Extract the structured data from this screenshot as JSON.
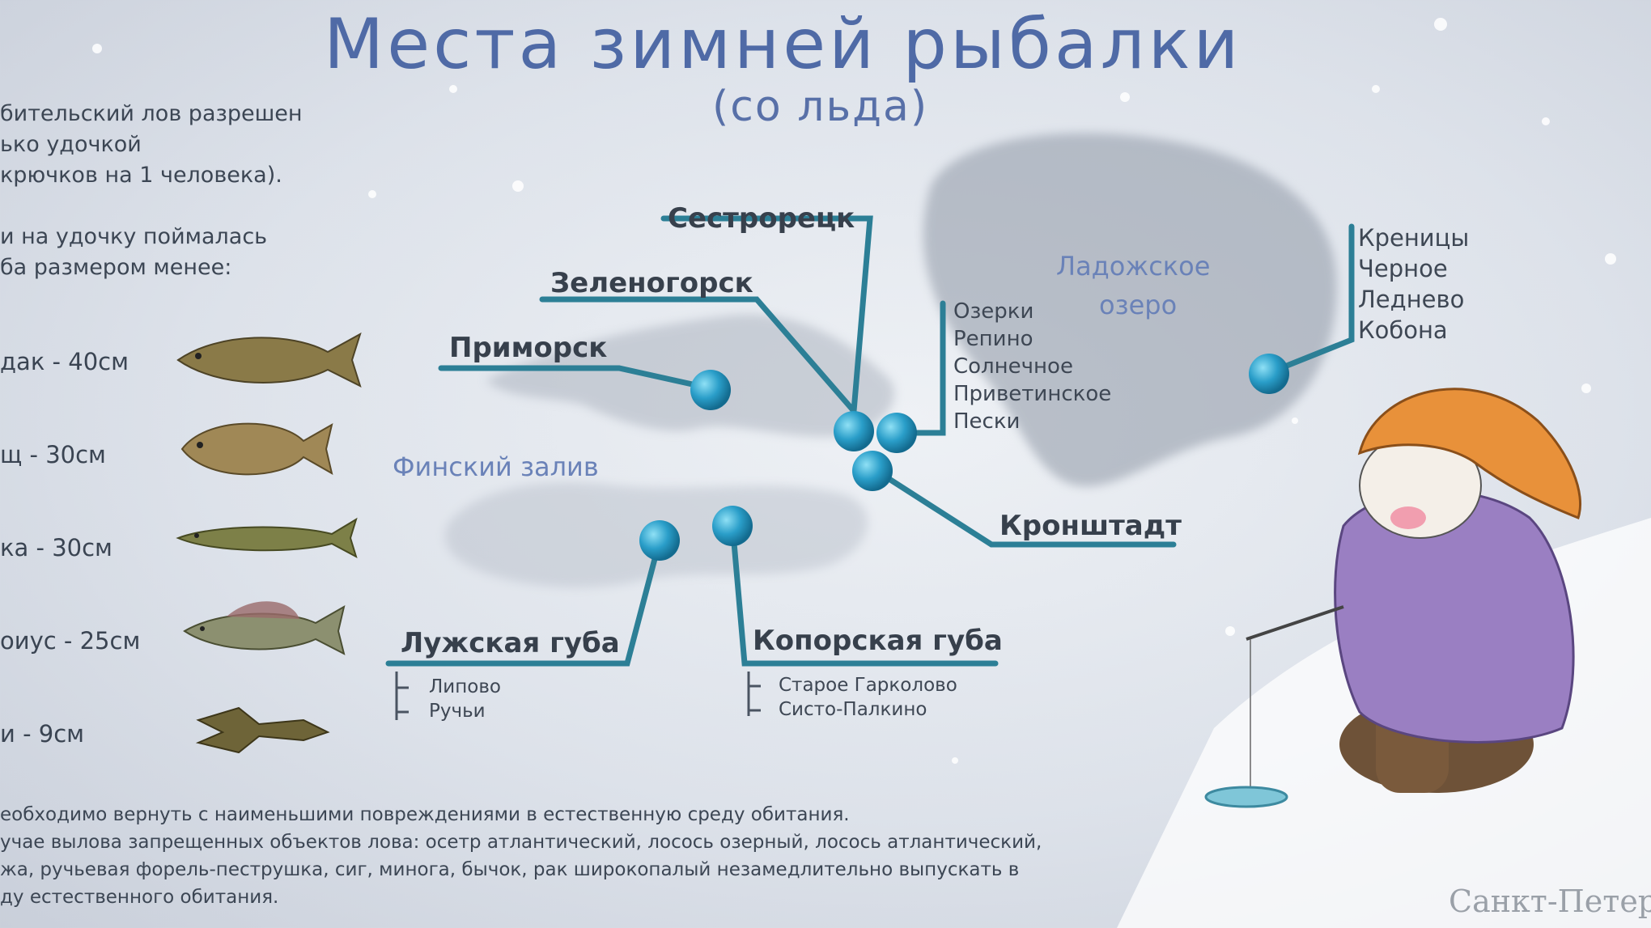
{
  "header": {
    "title": "Места зимней рыбалки",
    "subtitle": "(со льда)"
  },
  "rules": {
    "lines": [
      "бительский лов разрешен",
      "ько удочкой",
      " крючков на 1 человека).",
      "",
      "и на удочку поймалась",
      "ба размером менее:"
    ]
  },
  "fish": [
    {
      "label": "дак  - 40см"
    },
    {
      "label": "щ    - 30см"
    },
    {
      "label": "ка   - 30см"
    },
    {
      "label": "оиус - 25см"
    },
    {
      "label": "и    -  9см"
    }
  ],
  "water_labels": {
    "gulf": "Финский залив",
    "lake_line1": "Ладожское",
    "lake_line2": "озеро"
  },
  "places": {
    "sestroretsk": "Сестрорецк",
    "zelenogorsk": "Зеленогорск",
    "primorsk": "Приморск",
    "kronshtadt": "Кронштадт",
    "luzhskaya": "Лужская губа",
    "koporskaya": "Копорская губа"
  },
  "north_shore_list": [
    "Озерки",
    "Репино",
    "Солнечное",
    "Приветинское",
    "Пески"
  ],
  "ladoga_list": [
    "Креницы",
    "Черное",
    "Леднево",
    "Кобона"
  ],
  "luzhskaya_list": [
    "Липово",
    "Ручьи"
  ],
  "koporskaya_list": [
    "Старое Гарколово",
    "Систо-Палкино"
  ],
  "bottom_note": {
    "lines": [
      "еобходимо вернуть с наименьшими повреждениями в естественную среду обитания.",
      "учае вылова запрещенных объектов лова: осетр атлантический, лосось озерный, лосось атлантический,",
      "жа, ручьевая форель-пеструшка, сиг, минога, бычок, рак широкопалый незамедлительно выпускать в",
      "ду естественного обитания."
    ]
  },
  "signature": "Санкт-Петер",
  "colors": {
    "title": "#4f6aa6",
    "marker": "#2a9ec9",
    "line": "#2c7f96",
    "coat": "#9a7fc2",
    "hat": "#e8913a"
  }
}
